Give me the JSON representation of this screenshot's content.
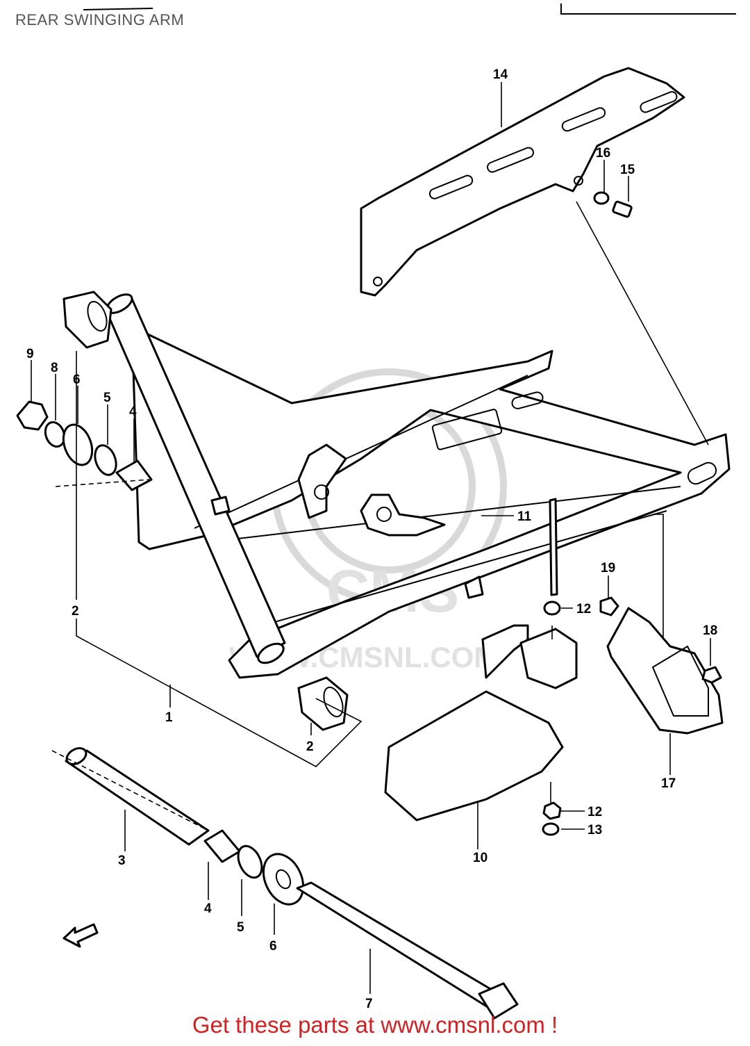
{
  "page": {
    "title": "REAR SWINGING ARM",
    "footer_link": "Get these parts at www.cmsnl.com !"
  },
  "watermark": {
    "logo_text": "CMS",
    "url_text": "WWW.CMSNL.COM"
  },
  "callouts": {
    "c1": "1",
    "c2a": "2",
    "c2b": "2",
    "c3": "3",
    "c4a": "4",
    "c4b": "4",
    "c5a": "5",
    "c5b": "5",
    "c6a": "6",
    "c6b": "6",
    "c7": "7",
    "c8": "8",
    "c9": "9",
    "c10": "10",
    "c11": "11",
    "c12a": "12",
    "c12b": "12",
    "c13": "13",
    "c14": "14",
    "c15": "15",
    "c16": "16",
    "c17": "17",
    "c18": "18",
    "c19": "19"
  }
}
